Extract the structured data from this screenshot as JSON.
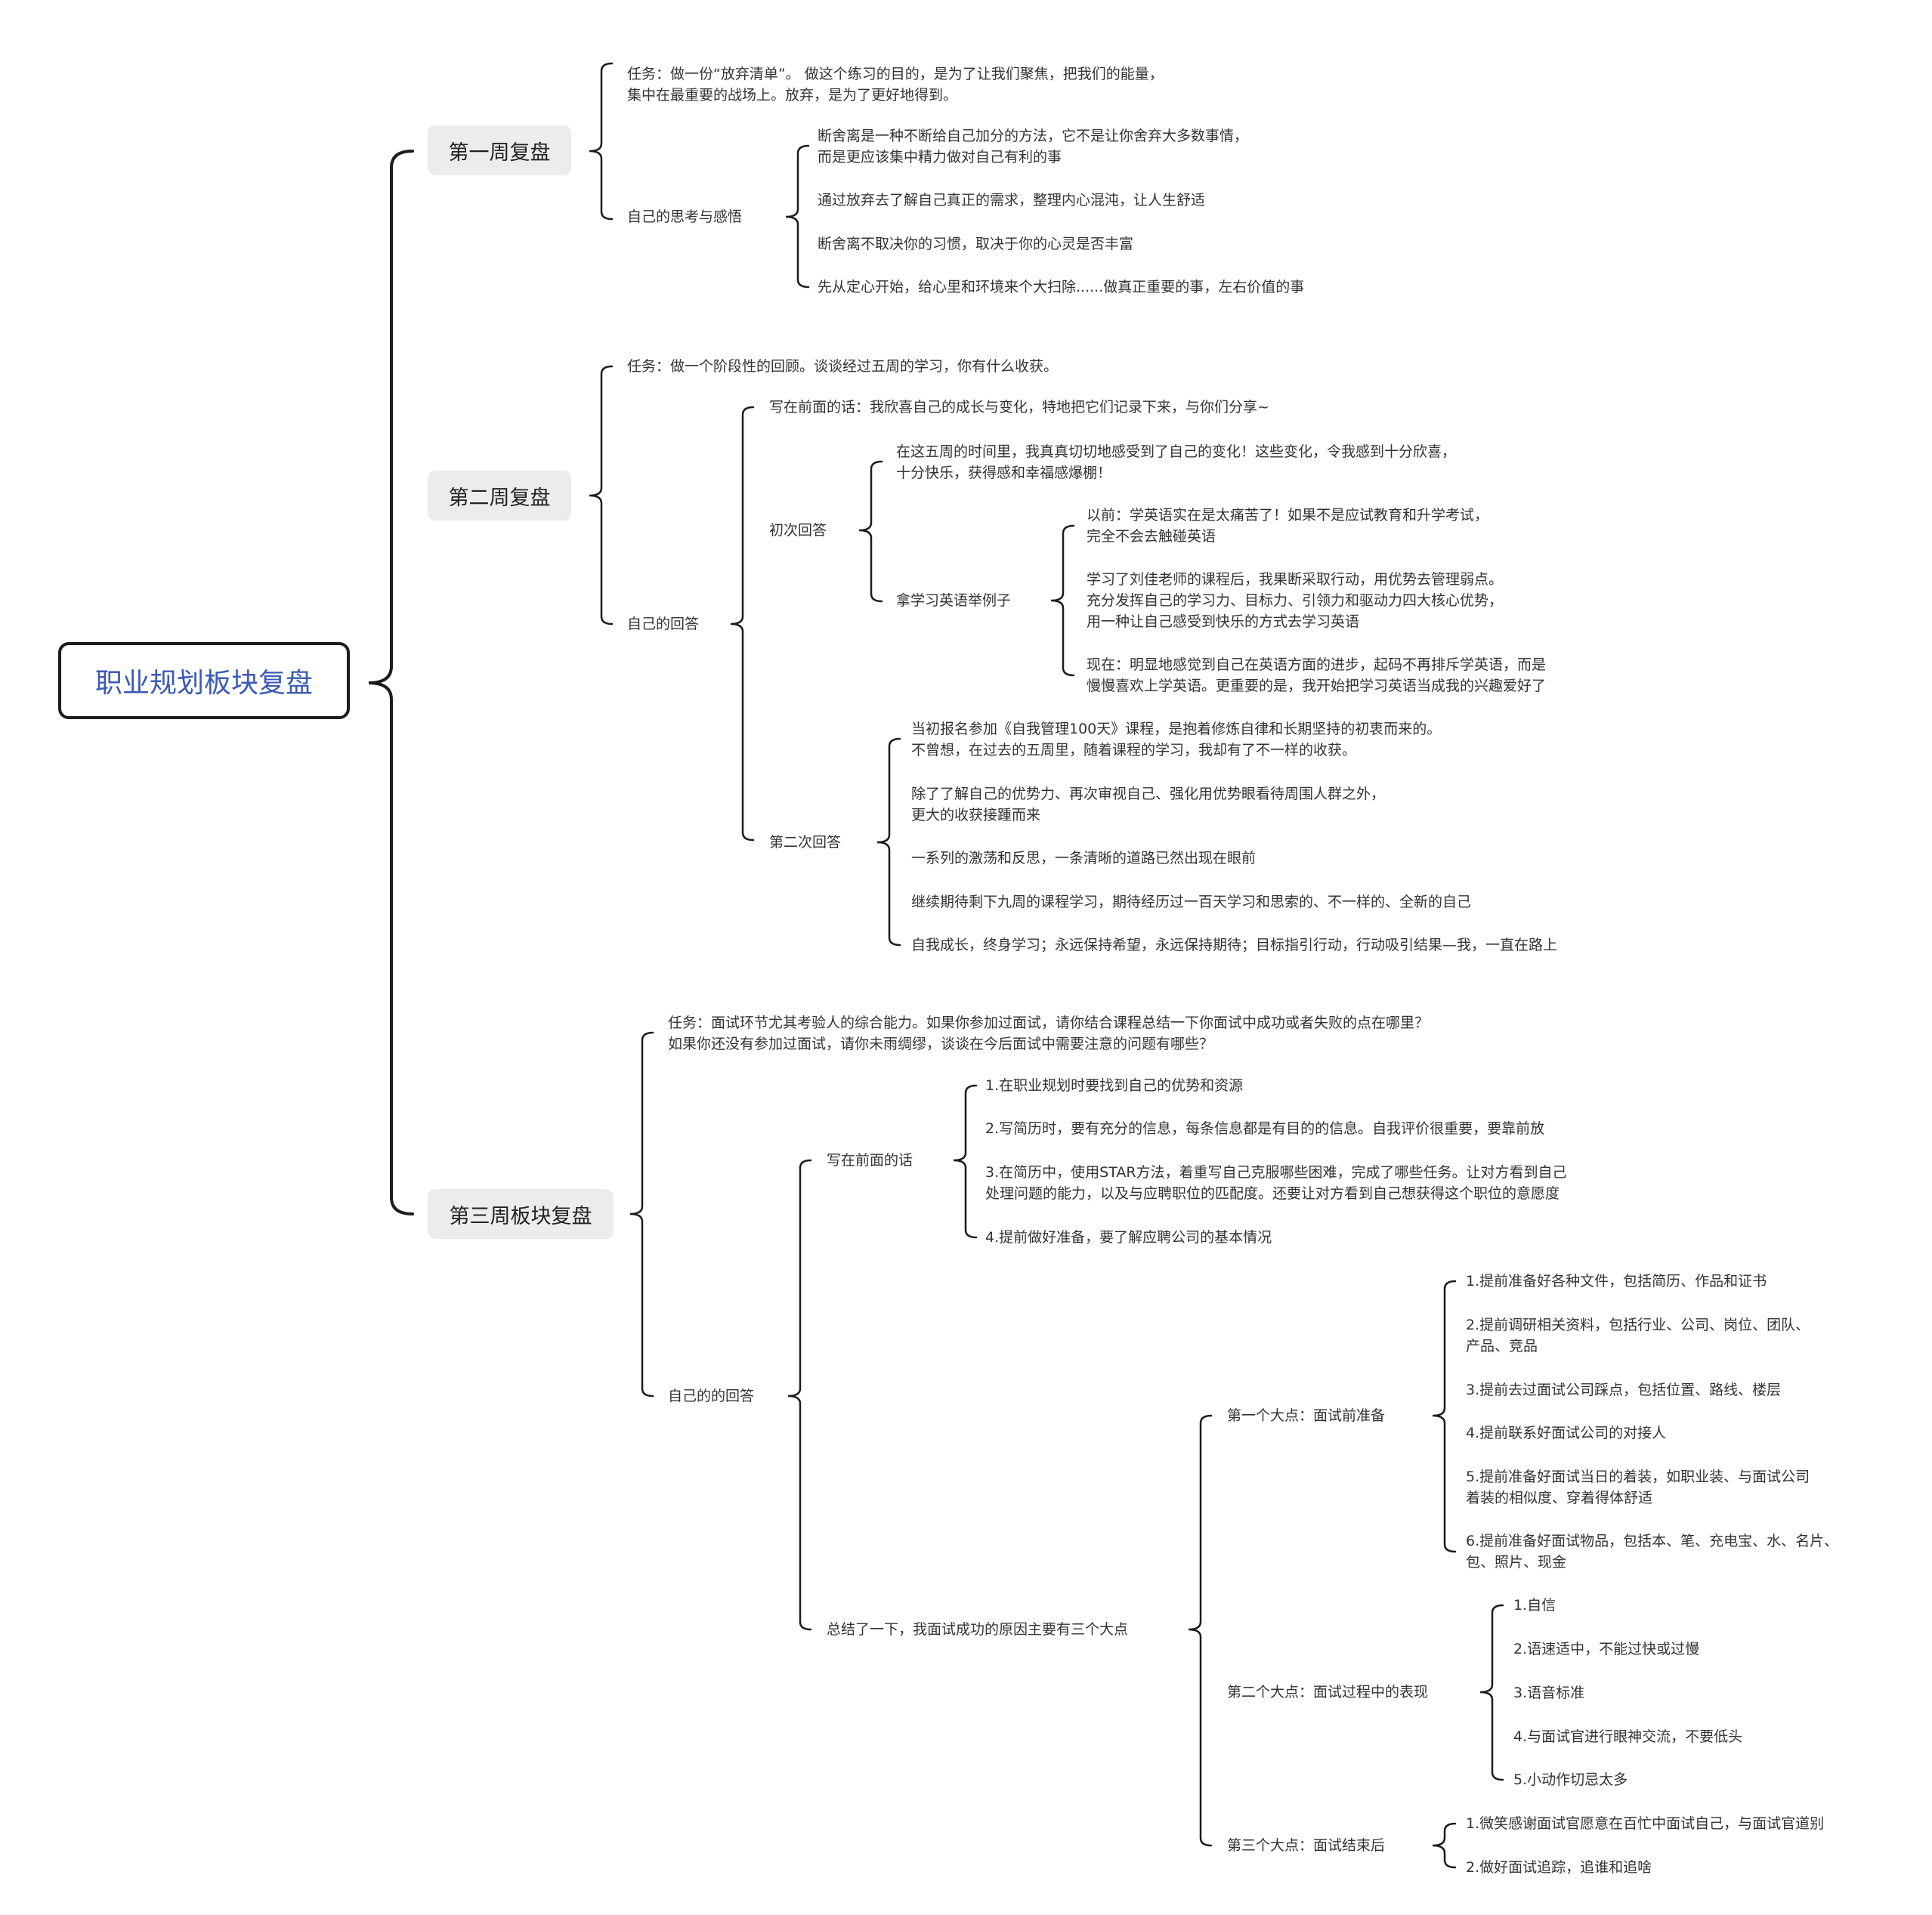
{
  "colors": {
    "root_text": "#3b5bb5",
    "root_border": "#1c1c1c",
    "week_bg": "#ececec",
    "text": "#333333",
    "line": "#1c1c1c"
  },
  "root": "职业规划板块复盘",
  "w1": {
    "title": "第一周复盘",
    "task": "任务：做一份“放弃清单”。 做这个练习的目的，是为了让我们聚焦，把我们的能量，\n集中在最重要的战场上。放弃，是为了更好地得到。",
    "think_label": "自己的思考与感悟",
    "thoughts": [
      "断舍离是一种不断给自己加分的方法，它不是让你舍弃大多数事情，\n而是更应该集中精力做对自己有利的事",
      "通过放弃去了解自己真正的需求，整理内心混沌，让人生舒适",
      "断舍离不取决你的习惯，取决于你的心灵是否丰富",
      "先从定心开始，给心里和环境来个大扫除......做真正重要的事，左右价值的事"
    ]
  },
  "w2": {
    "title": "第二周复盘",
    "task": "任务：做一个阶段性的回顾。谈谈经过五周的学习，你有什么收获。",
    "answer_label": "自己的回答",
    "intro": "写在前面的话：我欣喜自己的成长与变化，特地把它们记录下来，与你们分享~",
    "first_label": "初次回答",
    "first_text": "在这五周的时间里，我真真切切地感受到了自己的变化！这些变化，令我感到十分欣喜，\n十分快乐，获得感和幸福感爆棚！",
    "example_label": "拿学习英语举例子",
    "examples": [
      "以前：学英语实在是太痛苦了！如果不是应试教育和升学考试，\n完全不会去触碰英语",
      "学习了刘佳老师的课程后，我果断采取行动，用优势去管理弱点。\n充分发挥自己的学习力、目标力、引领力和驱动力四大核心优势，\n用一种让自己感受到快乐的方式去学习英语",
      "现在：明显地感觉到自己在英语方面的进步，起码不再排斥学英语，而是\n慢慢喜欢上学英语。更重要的是，我开始把学习英语当成我的兴趣爱好了"
    ],
    "second_label": "第二次回答",
    "second": [
      "当初报名参加《自我管理100天》课程，是抱着修炼自律和长期坚持的初衷而来的。\n不曾想，在过去的五周里，随着课程的学习，我却有了不一样的收获。",
      "除了了解自己的优势力、再次审视自己、强化用优势眼看待周围人群之外，\n更大的收获接踵而来",
      "一系列的激荡和反思，一条清晰的道路已然出现在眼前",
      "继续期待剩下九周的课程学习，期待经历过一百天学习和思索的、不一样的、全新的自己",
      "自我成长，终身学习；永远保持希望，永远保持期待；目标指引行动，行动吸引结果—我，一直在路上"
    ]
  },
  "w3": {
    "title": "第三周板块复盘",
    "task": "任务：面试环节尤其考验人的综合能力。如果你参加过面试，请你结合课程总结一下你面试中成功或者失败的点在哪里？\n如果你还没有参加过面试，请你未雨绸缪，谈谈在今后面试中需要注意的问题有哪些？",
    "answer_label": "自己的的回答",
    "pre_label": "写在前面的话",
    "pre": [
      "1.在职业规划时要找到自己的优势和资源",
      "2.写简历时，要有充分的信息，每条信息都是有目的的信息。自我评价很重要，要靠前放",
      "3.在简历中，使用STAR方法，着重写自己克服哪些困难，完成了哪些任务。让对方看到自己\n处理问题的能力，以及与应聘职位的匹配度。还要让对方看到自己想获得这个职位的意愿度",
      "4.提前做好准备，要了解应聘公司的基本情况"
    ],
    "summary_label": "总结了一下，我面试成功的原因主要有三个大点",
    "p1_label": "第一个大点：面试前准备",
    "p1": [
      "1.提前准备好各种文件，包括简历、作品和证书",
      "2.提前调研相关资料，包括行业、公司、岗位、团队、\n产品、竞品",
      "3.提前去过面试公司踩点，包括位置、路线、楼层",
      "4.提前联系好面试公司的对接人",
      "5.提前准备好面试当日的着装，如职业装、与面试公司\n着装的相似度、穿着得体舒适",
      "6.提前准备好面试物品，包括本、笔、充电宝、水、名片、\n包、照片、现金"
    ],
    "p2_label": "第二个大点：面试过程中的表现",
    "p2": [
      "1.自信",
      "2.语速适中，不能过快或过慢",
      "3.语音标准",
      "4.与面试官进行眼神交流，不要低头",
      "5.小动作切忌太多"
    ],
    "p3_label": "第三个大点：面试结束后",
    "p3": [
      "1.微笑感谢面试官愿意在百忙中面试自己，与面试官道别",
      "2.做好面试追踪，追谁和追啥"
    ]
  }
}
